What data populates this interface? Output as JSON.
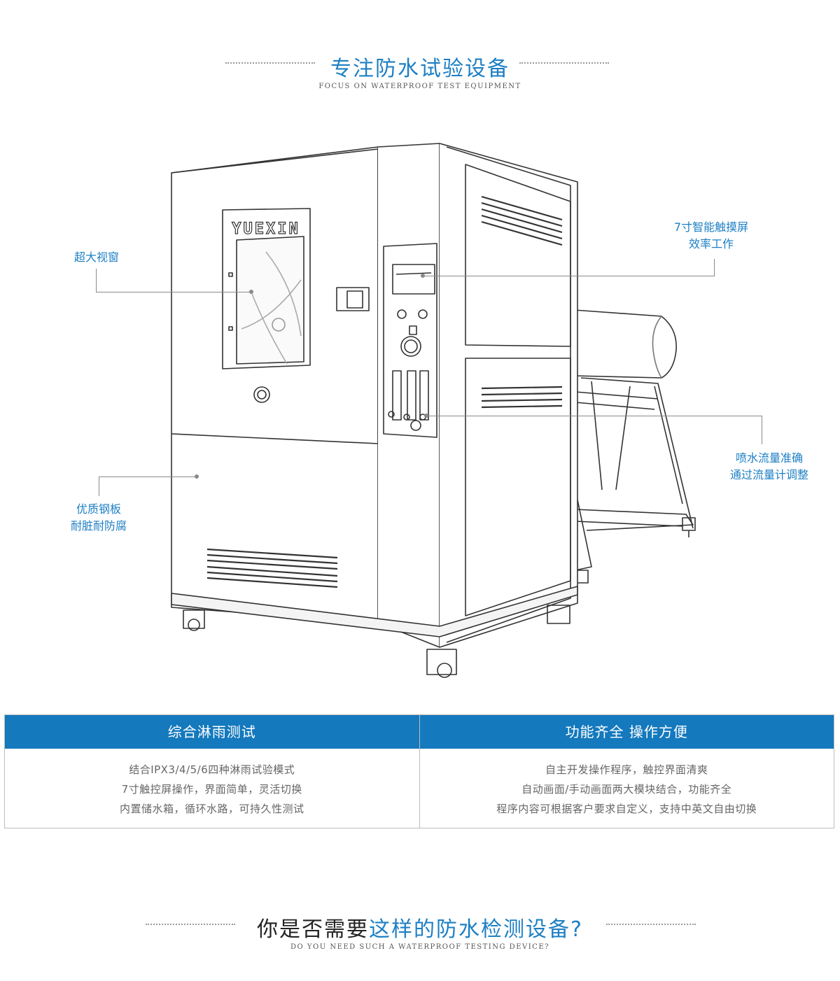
{
  "header": {
    "title": "专注防水试验设备",
    "subtitle": "FOCUS ON WATERPROOF TEST EQUIPMENT"
  },
  "machine": {
    "brand": "YUEXIN"
  },
  "callouts": {
    "window": "超大视窗",
    "touchscreen": [
      "7寸智能触摸屏",
      "效率工作"
    ],
    "steel": [
      "优质钢板",
      "耐脏耐防腐"
    ],
    "flow": [
      "喷水流量准确",
      "通过流量计调整"
    ]
  },
  "features": [
    {
      "title": "综合淋雨测试",
      "lines": [
        "结合IPX3/4/5/6四种淋雨试验模式",
        "7寸触控屏操作，界面简单，灵活切换",
        "内置储水箱，循环水路，可持久性测试"
      ]
    },
    {
      "title": "功能齐全 操作方便",
      "lines": [
        "自主开发操作程序，触控界面清爽",
        "自动画面/手动画面两大模块结合，功能齐全",
        "程序内容可根据客户要求自定义，支持中英文自由切换"
      ]
    }
  ],
  "question": {
    "part_black": "你是否需要",
    "part_blue": "这样的防水检测设备?",
    "subtitle": "DO YOU NEED SUCH A WATERPROOF TESTING DEVICE?"
  },
  "colors": {
    "accent": "#1d7fc4",
    "header_bar": "#1479bd"
  }
}
